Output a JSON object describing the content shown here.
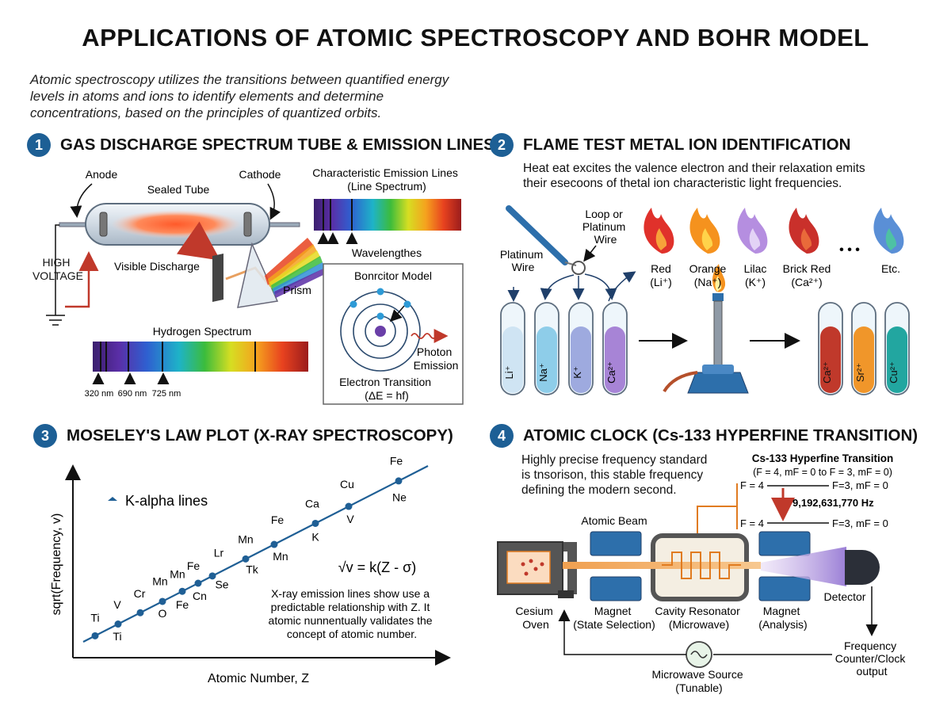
{
  "title": "APPLICATIONS OF ATOMIC SPECTROSCOPY AND BOHR MODEL",
  "intro": "Atomic spectroscopy utilizes the transitions between quantified energy levels in atoms and ions to identify elements and determine concentrations, based on the principles of quantized orbits.",
  "colors": {
    "accent": "#1d5f95",
    "red_arrow": "#c0392b",
    "orange": "#e07b20",
    "magnet": "#2d6fab",
    "plot_line": "#1f5f95"
  },
  "section1": {
    "number": "1",
    "title": "GAS DISCHARGE SPECTRUM TUBE & EMISSION LINES",
    "anode": "Anode",
    "cathode": "Cathode",
    "sealed_tube": "Sealed Tube",
    "high_voltage": [
      "HIGH",
      "VOLTAGE"
    ],
    "visible_discharge": "Visible Discharge",
    "prism": "Prism",
    "char_lines": [
      "Characteristic Emission Lines",
      "(Line Spectrum)"
    ],
    "wavelengths": "Wavelengthes",
    "hydrogen_spectrum": "Hydrogen Spectrum",
    "wavelength_ticks": [
      "320 nm",
      "690 nm",
      "725 nm"
    ],
    "bohr_title": "Bonrcitor Model",
    "photon_emission": [
      "Photon",
      "Emission"
    ],
    "electron_transition": [
      "Electron Transition",
      "(ΔE = hf)"
    ]
  },
  "section2": {
    "number": "2",
    "title": "FLAME TEST METAL ION IDENTIFICATION",
    "description": [
      "Heat eat excites the valence electron and their relaxation emits",
      "their esecoons of thetal ion characteristic light frequencies."
    ],
    "loop_label": [
      "Loop or",
      "Platinum",
      "Wire"
    ],
    "platinum_wire": [
      "Platinum",
      "Wire"
    ],
    "flames": [
      {
        "name": "Red",
        "ion": "(Li⁺)",
        "color": "#e0312b"
      },
      {
        "name": "Orange",
        "ion": "(Na⁺)",
        "color": "#f5921e"
      },
      {
        "name": "Lilac",
        "ion": "(K⁺)",
        "color": "#b58ee0"
      },
      {
        "name": "Brick Red",
        "ion": "(Ca²⁺)",
        "color": "#c9302b"
      }
    ],
    "ellipsis": "• • •",
    "etc": "Etc.",
    "tubes_left": [
      {
        "label": "Li⁺",
        "color": "#cfe4f3"
      },
      {
        "label": "Na⁺",
        "color": "#8ecde9"
      },
      {
        "label": "K⁺",
        "color": "#9eaadf"
      },
      {
        "label": "Ca²⁺",
        "color": "#a784d6"
      }
    ],
    "tubes_right": [
      {
        "label": "Ca²⁺",
        "color": "#c0392b"
      },
      {
        "label": "Sr²⁺",
        "color": "#f0962a"
      },
      {
        "label": "Cu²⁺",
        "color": "#22a6a0"
      }
    ]
  },
  "section3": {
    "number": "3",
    "title": "MOSELEY'S LAW PLOT (X-RAY SPECTROSCOPY)",
    "legend": "K-alpha lines",
    "formula": "√v = k(Z - σ)",
    "note": [
      "X-ray emission lines show use a",
      "predictable relationship with Z. It",
      "atomic nunnentually validates the",
      "concept of atomic number."
    ],
    "xlabel": "Atomic Number, Z",
    "ylabel": "sqrt(Frequency, v)",
    "labels_above": [
      "Ti",
      "V",
      "Cr",
      "Mn",
      "Mn",
      "Fe",
      "Lr",
      "Mn",
      "Fe",
      "Ca",
      "Cu",
      "Fe"
    ],
    "labels_below": [
      "Ti",
      "O",
      "Fe",
      "Cn",
      "Se",
      "Tk",
      "Mn",
      "K",
      "V",
      "Ne"
    ]
  },
  "section4": {
    "number": "4",
    "title": "ATOMIC CLOCK (Cs-133 HYPERFINE TRANSITION)",
    "description": [
      "Highly precise frequency standard",
      "is tnsorison, this stable frequency",
      "defining the modern second."
    ],
    "hf_title": "Cs-133 Hyperfine Transition",
    "hf_subtitle": "(F = 4, mF = 0 to F = 3, mF = 0)",
    "level_left_top": "F = 4",
    "level_right_top": "F=3, mF = 0",
    "level_left_bottom": "F = 4",
    "level_right_bottom": "F=3, mF = 0",
    "frequency": "9,192,631,770 Hz",
    "atomic_beam": "Atomic Beam",
    "cesium_oven": [
      "Cesium",
      "Oven"
    ],
    "magnet_state": [
      "Magnet",
      "(State Selection)"
    ],
    "cavity": [
      "Cavity Resonator",
      "(Microwave)"
    ],
    "magnet_analysis": [
      "Magnet",
      "(Analysis)"
    ],
    "detector": "Detector",
    "counter": [
      "Frequency",
      "Counter/Clock",
      "output"
    ],
    "microwave": [
      "Microwave Source",
      "(Tunable)"
    ]
  }
}
